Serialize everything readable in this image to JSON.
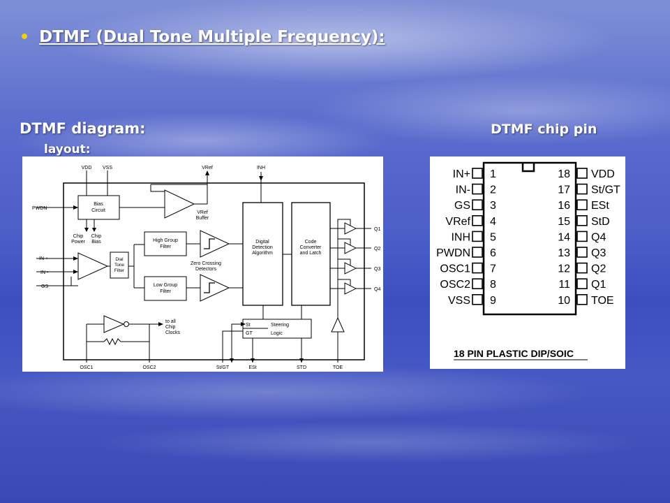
{
  "slide": {
    "title": "DTMF (Dual Tone Multiple Frequency):",
    "diagram_heading": "DTMF diagram:",
    "pin_heading": "DTMF chip pin",
    "pin_heading_cont": "layout:",
    "colors": {
      "bullet": "#f0d000",
      "text": "#ffffff"
    }
  },
  "diagram": {
    "pins_top": {
      "vdd": "VDD",
      "vss": "VSS",
      "vref": "VRef",
      "inh": "INH"
    },
    "pins_left": {
      "pwdn": "PWDN",
      "in_plus": "IN +",
      "in_minus": "IN -",
      "gs": "GS"
    },
    "pins_bottom": {
      "osc1": "OSC1",
      "osc2": "OSC2",
      "stgt": "St/GT",
      "est": "ESt",
      "std": "STD",
      "toe": "TOE"
    },
    "outputs": [
      "Q1",
      "Q2",
      "Q3",
      "Q4"
    ],
    "blocks": {
      "bias": [
        "Bias",
        "Circuit"
      ],
      "vref_buffer": [
        "VRef",
        "Buffer"
      ],
      "chip_power": [
        "Chip",
        "Power"
      ],
      "chip_bias": [
        "Chip",
        "Bias"
      ],
      "dial_tone": [
        "Dial",
        "Tone",
        "Filter"
      ],
      "high_group": [
        "High Group",
        "Filter"
      ],
      "low_group": [
        "Low Group",
        "Filter"
      ],
      "zero_crossing": [
        "Zero Crossing",
        "Detectors"
      ],
      "digital_detection": [
        "Digital",
        "Detection",
        "Algorithm"
      ],
      "code_converter": [
        "Code",
        "Converter",
        "and Latch"
      ],
      "steering_st": "St",
      "steering_gt": "GT",
      "steering": "Steering",
      "logic": "Logic",
      "clocks": [
        "to all",
        "Chip",
        "Clocks"
      ]
    }
  },
  "pinout": {
    "left_pins": [
      {
        "num": "1",
        "name": "IN+"
      },
      {
        "num": "2",
        "name": "IN-"
      },
      {
        "num": "3",
        "name": "GS"
      },
      {
        "num": "4",
        "name": "VRef"
      },
      {
        "num": "5",
        "name": "INH"
      },
      {
        "num": "6",
        "name": "PWDN"
      },
      {
        "num": "7",
        "name": "OSC1"
      },
      {
        "num": "8",
        "name": "OSC2"
      },
      {
        "num": "9",
        "name": "VSS"
      }
    ],
    "right_pins": [
      {
        "num": "18",
        "name": "VDD"
      },
      {
        "num": "17",
        "name": "St/GT"
      },
      {
        "num": "16",
        "name": "ESt"
      },
      {
        "num": "15",
        "name": "StD"
      },
      {
        "num": "14",
        "name": "Q4"
      },
      {
        "num": "13",
        "name": "Q3"
      },
      {
        "num": "12",
        "name": "Q2"
      },
      {
        "num": "11",
        "name": "Q1"
      },
      {
        "num": "10",
        "name": "TOE"
      }
    ],
    "package": "18 PIN PLASTIC DIP/SOIC"
  }
}
